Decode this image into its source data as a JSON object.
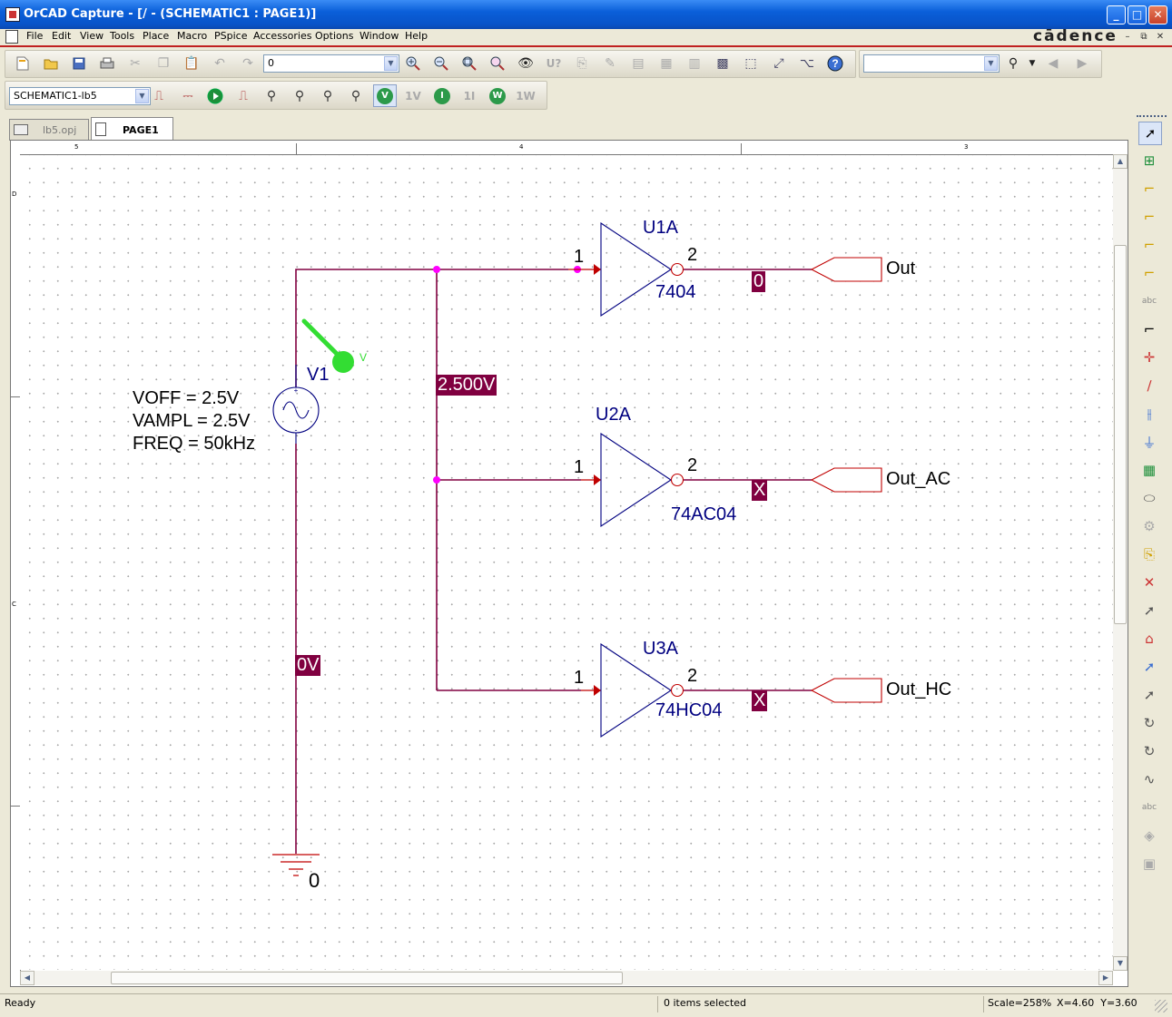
{
  "window": {
    "title": "OrCAD Capture - [/ - (SCHEMATIC1 : PAGE1)]",
    "minimize_glyph": "_",
    "maximize_glyph": "□",
    "close_glyph": "✕"
  },
  "menu": [
    "File",
    "Edit",
    "View",
    "Tools",
    "Place",
    "Macro",
    "PSpice",
    "Accessories",
    "Options",
    "Window",
    "Help"
  ],
  "brand": "cādence",
  "mdi": {
    "min": "–",
    "restore": "⧉",
    "close": "✕"
  },
  "toolbar": {
    "part_combo_value": "0",
    "search_combo_value": "",
    "icons": [
      "new-icon",
      "open-icon",
      "save-icon",
      "print-icon",
      "cut-icon",
      "copy-icon",
      "paste-icon",
      "undo-icon",
      "redo-icon",
      "zoom-in-icon",
      "zoom-out-icon",
      "zoom-area-icon",
      "zoom-all-icon",
      "show-icon",
      "annotate-icon",
      "back-annotate-icon",
      "design-rules-icon",
      "netlist-icon",
      "cross-reference-icon",
      "bill-of-materials-icon",
      "snap-grid-icon",
      "area-select-icon",
      "drag-connected-icon",
      "project-manager-icon",
      "help-icon",
      "find-icon",
      "previous-icon",
      "next-icon"
    ]
  },
  "sim_toolbar": {
    "profile_combo_value": "SCHEMATIC1-lb5",
    "round_buttons": [
      "V",
      "I",
      "W"
    ],
    "icons": [
      "new-sim-profile-icon",
      "edit-sim-settings-icon",
      "run-pspice-icon",
      "view-sim-results-icon",
      "voltage-marker-icon",
      "voltage-diff-marker-icon",
      "current-marker-icon",
      "power-marker-icon",
      "enable-bias-voltage-icon",
      "bias-voltage-icon",
      "enable-bias-current-icon",
      "bias-current-icon",
      "enable-bias-power-icon",
      "bias-power-icon"
    ]
  },
  "tabs": [
    {
      "label": "lb5.opj",
      "active": false
    },
    {
      "label": "PAGE1",
      "active": true
    }
  ],
  "rulers": {
    "top": [
      "5",
      "4",
      "3"
    ],
    "left": [
      "D",
      "C"
    ]
  },
  "schematic": {
    "source": {
      "refdes": "V1",
      "params": [
        "VOFF = 2.5V",
        "VAMPL = 2.5V",
        "FREQ = 50kHz"
      ],
      "plus": "+",
      "minus": "-"
    },
    "probe_label": "V",
    "ground_label": "0",
    "bias_labels": {
      "input": "2.500V",
      "ground": "0V"
    },
    "gates": [
      {
        "refdes": "U1A",
        "part": "7404",
        "pin_in": "1",
        "pin_out": "2",
        "out_value": "0",
        "port": "Out"
      },
      {
        "refdes": "U2A",
        "part": "74AC04",
        "pin_in": "1",
        "pin_out": "2",
        "out_value": "X",
        "port": "Out_AC"
      },
      {
        "refdes": "U3A",
        "part": "74HC04",
        "pin_in": "1",
        "pin_out": "2",
        "out_value": "X",
        "port": "Out_HC"
      }
    ],
    "colors": {
      "wire": "#800040",
      "part": "#000080",
      "port": "#c00000",
      "junction": "#ff00ff",
      "probe": "#33dd33",
      "label_bg": "#800040"
    }
  },
  "right_palette": [
    "select-icon",
    "place-part-icon",
    "place-wire-icon",
    "place-net-group-icon",
    "place-bus-icon",
    "place-junction-icon",
    "place-bus-entry-icon",
    "place-net-alias-icon",
    "place-power-icon",
    "place-ground-icon",
    "place-hierarchical-block-icon",
    "place-port-icon",
    "place-pin-icon",
    "place-off-page-icon",
    "place-no-connect-icon",
    "place-line-icon",
    "place-polyline-icon",
    "place-rectangle-icon",
    "place-ellipse-icon",
    "place-arc-icon",
    "place-bezier-icon",
    "place-text-icon",
    "place-ieee-symbol-icon",
    "place-picture-icon"
  ],
  "status": {
    "left": "Ready",
    "middle": "0 items selected",
    "scale": "Scale=258%",
    "coords": "X=4.60  Y=3.60"
  }
}
